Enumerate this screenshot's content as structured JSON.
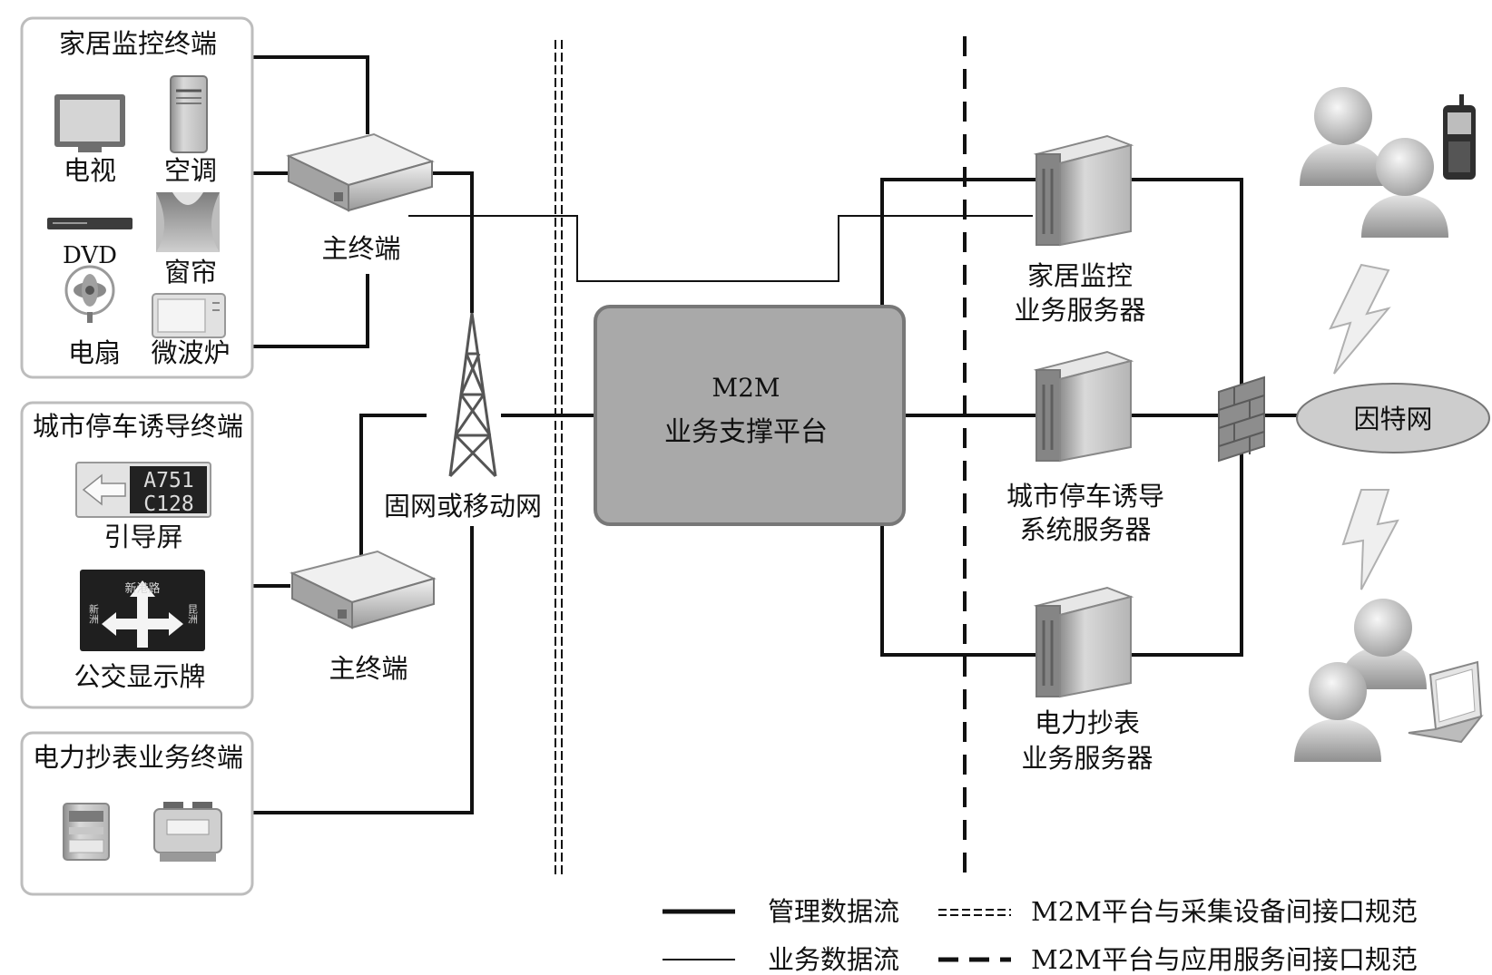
{
  "panels": {
    "home": {
      "title": "家居监控终端",
      "devices": {
        "tv": "电视",
        "ac": "空调",
        "dvd": "DVD",
        "curtain": "窗帘",
        "fan": "电扇",
        "microwave": "微波炉"
      }
    },
    "parking": {
      "title": "城市停车诱导终端",
      "guide_screen": "引导屏",
      "bus_sign": "公交显示牌"
    },
    "power": {
      "title": "电力抄表业务终端"
    }
  },
  "signs": {
    "guide_line1": "A751",
    "guide_line2": "C128",
    "bus_road_top": "新港路",
    "bus_road_left": "新洲",
    "bus_road_right": "昆洲"
  },
  "terminals": {
    "main1": "主终端",
    "main2": "主终端"
  },
  "network": {
    "label": "固网或移动网"
  },
  "platform": {
    "line1": "M2M",
    "line2": "业务支撑平台"
  },
  "servers": {
    "home": {
      "line1": "家居监控",
      "line2": "业务服务器"
    },
    "parking": {
      "line1": "城市停车诱导",
      "line2": "系统服务器"
    },
    "power": {
      "line1": "电力抄表",
      "line2": "业务服务器"
    }
  },
  "internet": {
    "label": "因特网"
  },
  "legend": {
    "management_flow": "管理数据流",
    "business_flow": "业务数据流",
    "platform_device_interface": "M2M平台与采集设备间接口规范",
    "platform_app_interface": "M2M平台与应用服务间接口规范"
  },
  "colors": {
    "line": "#111111",
    "platform_fill": "#a9a9a9",
    "panel_border": "#bdbdbd"
  }
}
